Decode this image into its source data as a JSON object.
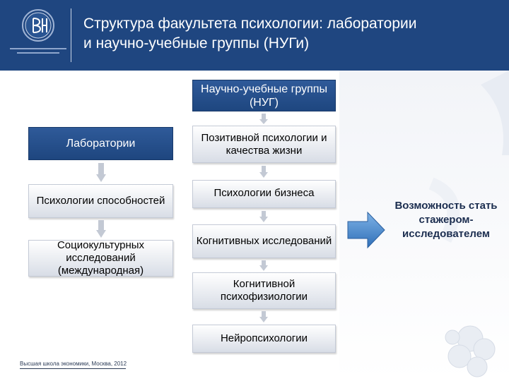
{
  "header": {
    "title_line1": "Структура факультета психологии: лаборатории",
    "title_line2": "и научно-учебные группы (НУГи)"
  },
  "diagram": {
    "nug_header": "Научно-учебные группы (НУГ)",
    "labs_header": "Лаборатории",
    "labs": [
      "Психологии способностей",
      "Социокультурных исследований (международная)"
    ],
    "nug_groups": [
      "Позитивной психологии и качества жизни",
      "Психологии бизнеса",
      "Когнитивных исследований",
      "Когнитивной психофизиологии",
      "Нейропсихологии"
    ],
    "result": "Возможность стать стажером-исследователем"
  },
  "footer": {
    "text": "Высшая школа экономики, Москва, 2012"
  },
  "colors": {
    "header_bg": "#1f4680",
    "accent_dark": "#1e467f",
    "arrow_blue": "#3f7ec9"
  }
}
